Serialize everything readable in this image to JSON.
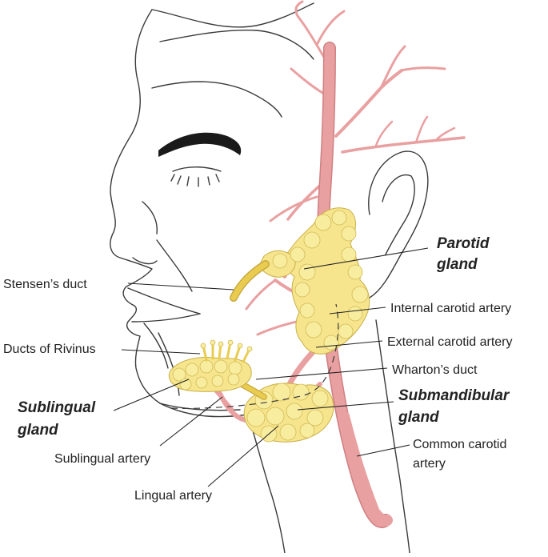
{
  "colors": {
    "artery": "#e9a0a1",
    "gland": "#f6e58d",
    "outline": "#3a3a3a",
    "text": "#222222"
  },
  "labels": {
    "parotid_gland": [
      "Parotid",
      "gland"
    ],
    "stensens_duct": "Stensen’s duct",
    "internal_carotid_artery": "Internal carotid artery",
    "ducts_of_rivinus": "Ducts of Rivinus",
    "external_carotid_artery": "External carotid artery",
    "whartons_duct": "Wharton’s duct",
    "sublingual_gland": [
      "Sublingual",
      "gland"
    ],
    "submandibular_gland": [
      "Submandibular",
      "gland"
    ],
    "sublingual_artery": "Sublingual artery",
    "common_carotid_artery": [
      "Common carotid",
      "artery"
    ],
    "lingual_artery": "Lingual artery"
  }
}
